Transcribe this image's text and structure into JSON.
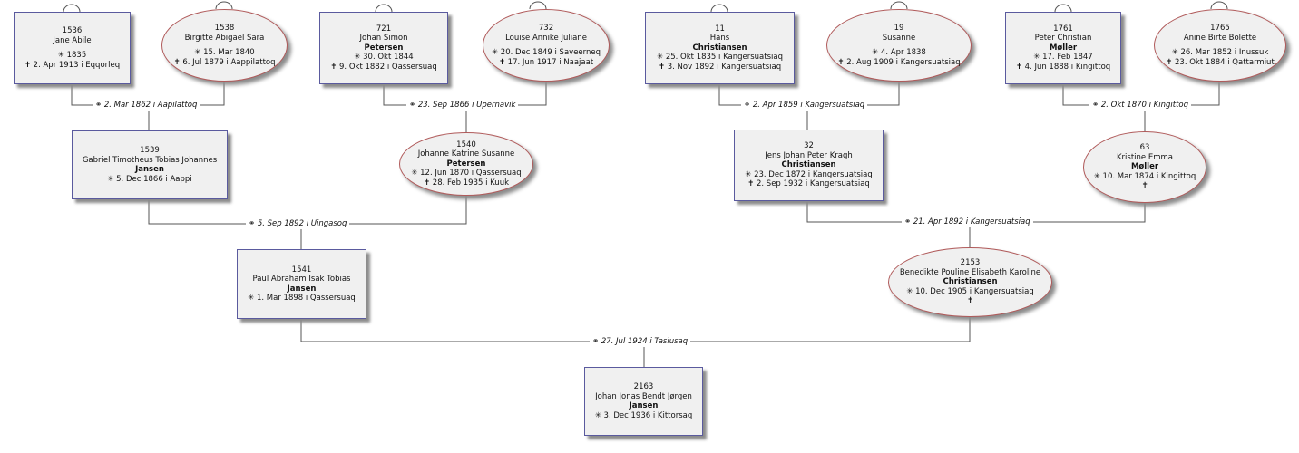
{
  "people": {
    "p1536": {
      "id": "1536",
      "name": "Jane Abile",
      "surname": "",
      "born": "✳ 1835",
      "died": "✝ 2. Apr 1913 i  Eqqorleq"
    },
    "p1538": {
      "id": "1538",
      "name": "Birgitte Abigael Sara",
      "surname": "",
      "born": "✳ 15. Mar 1840",
      "died": "✝ 6. Jul 1879 i  Aappilattoq"
    },
    "p721": {
      "id": "721",
      "name": "Johan Simon",
      "surname": "Petersen",
      "born": "✳ 30. Okt 1844",
      "died": "✝ 9. Okt 1882 i  Qassersuaq"
    },
    "p732": {
      "id": "732",
      "name": "Louise Annike Juliane",
      "surname": "",
      "born": "✳ 20. Dec 1849 i  Saveerneq",
      "died": "✝ 17. Jun 1917 i  Naajaat"
    },
    "p11": {
      "id": "11",
      "name": "Hans",
      "surname": "Christiansen",
      "born": "✳ 25. Okt 1835 i  Kangersuatsiaq",
      "died": "✝ 3. Nov 1892 i  Kangersuatsiaq"
    },
    "p19": {
      "id": "19",
      "name": "Susanne",
      "surname": "",
      "born": "✳ 4. Apr 1838",
      "died": "✝ 2. Aug 1909 i  Kangersuatsiaq"
    },
    "p1761": {
      "id": "1761",
      "name": "Peter Christian",
      "surname": "Møller",
      "born": "✳ 17. Feb 1847",
      "died": "✝ 4. Jun 1888 i  Kingittoq"
    },
    "p1765": {
      "id": "1765",
      "name": "Anine Birte Bolette",
      "surname": "",
      "born": "✳ 26. Mar 1852 i  Inussuk",
      "died": "✝ 23. Okt 1884 i  Qattarmiut"
    },
    "p1539": {
      "id": "1539",
      "name": "Gabriel Timotheus Tobias Johannes",
      "surname": "Jansen",
      "born": "✳ 5. Dec 1866 i  Aappi",
      "died": ""
    },
    "p1540": {
      "id": "1540",
      "name": "Johanne Katrine Susanne",
      "surname": "Petersen",
      "born": "✳ 12. Jun 1870 i  Qassersuaq",
      "died": "✝ 28. Feb 1935 i  Kuuk"
    },
    "p32": {
      "id": "32",
      "name": "Jens Johan Peter Kragh",
      "surname": "Christiansen",
      "born": "✳ 23. Dec 1872 i  Kangersuatsiaq",
      "died": "✝ 2. Sep 1932 i  Kangersuatsiaq"
    },
    "p63": {
      "id": "63",
      "name": "Kristine Emma",
      "surname": "Møller",
      "born": "✳ 10. Mar 1874 i  Kingittoq",
      "died": "✝"
    },
    "p1541": {
      "id": "1541",
      "name": "Paul Abraham Isak Tobias",
      "surname": "Jansen",
      "born": "✳ 1. Mar 1898 i  Qassersuaq",
      "died": ""
    },
    "p2153": {
      "id": "2153",
      "name": "Benedikte Pouline Elisabeth Karoline",
      "surname": "Christiansen",
      "born": "✳ 10. Dec 1905 i  Kangersuatsiaq",
      "died": "✝"
    },
    "p2163": {
      "id": "2163",
      "name": "Johan Jonas Bendt Jørgen",
      "surname": "Jansen",
      "born": "✳ 3. Dec 1936 i  Kittorsaq",
      "died": ""
    }
  },
  "marriages": {
    "m1": "⚭ 2. Mar 1862 i  Aapilattoq",
    "m2": "⚭ 23. Sep 1866 i  Upernavik",
    "m3": "⚭ 2. Apr 1859 i  Kangersuatsiaq",
    "m4": "⚭ 2. Okt 1870 i  Kingittoq",
    "m5": "⚭ 5. Sep 1892 i  Uingasoq",
    "m6": "⚭ 21. Apr 1892 i  Kangersuatsiaq",
    "m7": "⚭ 27. Jul 1924 i  Tasiusaq"
  },
  "colors": {
    "line": "#555555",
    "box_border": "#5a5a9e",
    "oval_border": "#b05a5a",
    "fill": "#f0f0f0"
  }
}
